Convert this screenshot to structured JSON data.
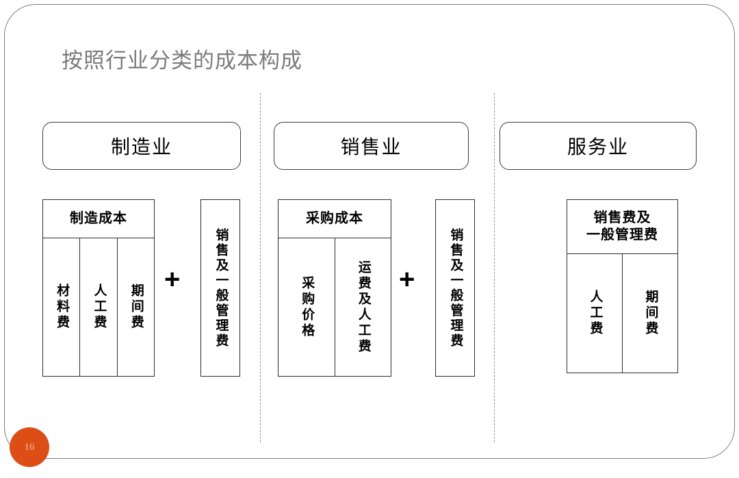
{
  "slide": {
    "title": "按照行业分类的成本构成",
    "page_number": "16",
    "accent_color": "#dd4e17",
    "title_color": "#7b7b7b",
    "border_color": "#7a7a7a"
  },
  "columns": [
    {
      "industry_label": "制造业",
      "table": {
        "header": "制造成本",
        "cells": [
          "材料费",
          "人工费",
          "期间费"
        ]
      },
      "operator": "+",
      "side_box": "销售及一般管理费"
    },
    {
      "industry_label": "销售业",
      "table": {
        "header": "采购成本",
        "cells": [
          "采购价格",
          "运费及人工费"
        ]
      },
      "operator": "+",
      "side_box": "销售及一般管理费"
    },
    {
      "industry_label": "服务业",
      "table": {
        "header_line1": "销售费及",
        "header_line2": "一般管理费",
        "cells": [
          "人工费",
          "期间费"
        ]
      }
    }
  ]
}
